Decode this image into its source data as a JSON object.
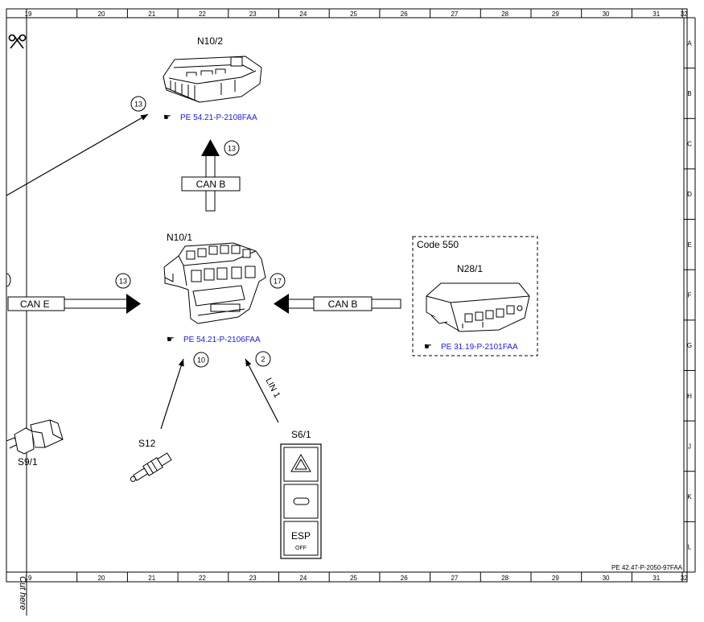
{
  "grid": {
    "columns": [
      "19",
      "20",
      "21",
      "22",
      "23",
      "24",
      "25",
      "26",
      "27",
      "28",
      "29",
      "30",
      "31",
      "32"
    ],
    "rows": [
      "A",
      "B",
      "C",
      "D",
      "E",
      "F",
      "G",
      "H",
      "J",
      "K",
      "L"
    ]
  },
  "sheet": {
    "cut_label": "Cut here",
    "doc_ref": "PE 42.47-P-2050-97FAA"
  },
  "components": {
    "n10_2": {
      "label": "N10/2",
      "ref": "PE 54.21-P-2108FAA"
    },
    "n10_1": {
      "label": "N10/1",
      "ref": "PE 54.21-P-2106FAA"
    },
    "n28_1": {
      "label": "N28/1",
      "ref": "PE 31.19-P-2101FAA",
      "code_box": "Code 550"
    },
    "s12": {
      "label": "S12"
    },
    "s9_1": {
      "label": "S9/1"
    },
    "s6_1": {
      "label": "S6/1",
      "esp_label": "ESP",
      "esp_sub": "OFF"
    }
  },
  "buses": {
    "can_b_up": "CAN B",
    "can_b_right": "CAN B",
    "can_e": "CAN E",
    "lin": "LIN 1"
  },
  "callouts": {
    "c1": "13",
    "c2": "13",
    "c3": "13",
    "c4": "17",
    "c5": "10",
    "c6": "2"
  }
}
